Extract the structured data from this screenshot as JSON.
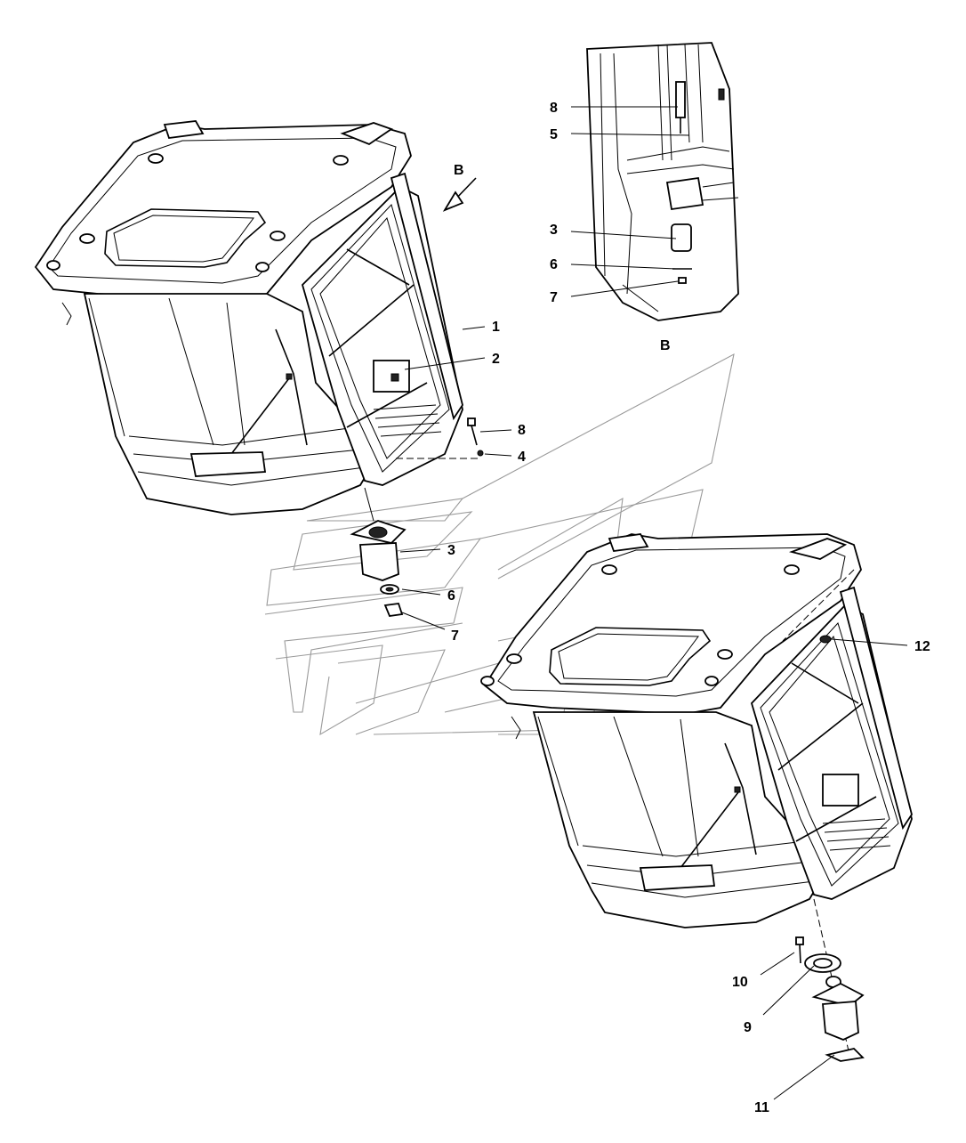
{
  "view_label": "B",
  "view_arrow_label": "B",
  "callouts": {
    "main_cab": [
      "1",
      "2",
      "8",
      "4",
      "3",
      "6",
      "7"
    ],
    "detail_b": [
      "8",
      "5",
      "3",
      "6",
      "7"
    ],
    "lower_cab": [
      "12",
      "10",
      "9",
      "11"
    ]
  }
}
